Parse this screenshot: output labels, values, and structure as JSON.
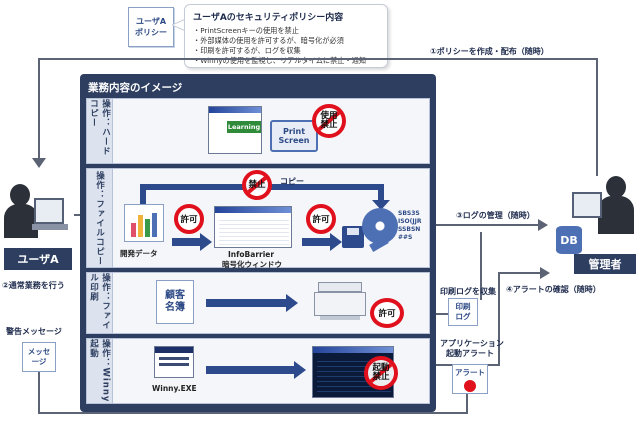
{
  "policy_doc": {
    "label_line1": "ユーザA",
    "label_line2": "ポリシー"
  },
  "policy_callout": {
    "title": "ユーザAのセキュリティポリシー内容",
    "items": [
      "・PrintScreenキーの使用を禁止",
      "・外部媒体の使用を許可するが、暗号化が必須",
      "・印刷を許可するが、ログを収集",
      "・Winnyの使用を監視し、リアルタイムに禁止・通知"
    ]
  },
  "panel": {
    "title": "業務内容のイメージ",
    "rows": [
      {
        "side": "操作：ハードコピー"
      },
      {
        "side": "操作：ファイルコピー"
      },
      {
        "side": "操作：ファイル印刷"
      },
      {
        "side": "操作：Winny起動"
      }
    ]
  },
  "row1": {
    "learning": "Learning",
    "printscreen_line1": "Print",
    "printscreen_line2": "Screen",
    "ban_line1": "使用",
    "ban_line2": "禁止"
  },
  "row2": {
    "copy_label": "コピー",
    "ban_label": "禁止",
    "allow1": "許可",
    "allow2": "許可",
    "dev_data_caption": "開発データ",
    "infobarrier_line1": "InfoBarrier",
    "infobarrier_line2": "暗号化ウィンドウ",
    "disc_text": "SBS3S\nISO(JJR\nSSBSN\n##S"
  },
  "row3": {
    "doc_line1": "顧客",
    "doc_line2": "名簿",
    "allow": "許可"
  },
  "row4": {
    "exe_caption": "Winny.EXE",
    "ban_line1": "起動",
    "ban_line2": "禁止"
  },
  "user": {
    "name": "ユーザA"
  },
  "admin": {
    "name": "管理者",
    "db": "DB"
  },
  "steps": {
    "s1": "①ポリシーを作成・配布（随時）",
    "s2": "②通常業務を行う",
    "s3": "③ログの管理（随時）",
    "s4": "④アラートの確認（随時）"
  },
  "labels": {
    "print_log": "印刷ログを収集",
    "app_alert_line1": "アプリケーション",
    "app_alert_line2": "起動アラート",
    "warning_msg": "警告メッセージ"
  },
  "mini_docs": {
    "print_log_line1": "印刷",
    "print_log_line2": "ログ",
    "alert": "アラート",
    "message_line1": "メッセ",
    "message_line2": "ージ"
  }
}
